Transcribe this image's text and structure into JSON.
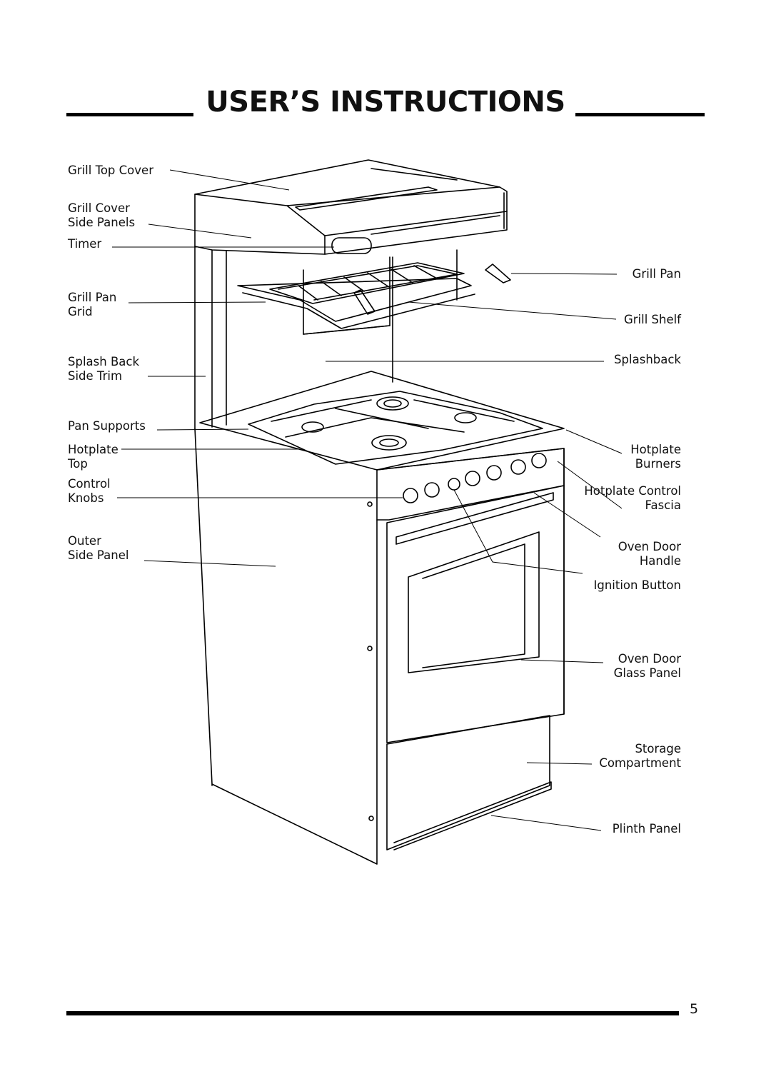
{
  "header": {
    "title": "USER’S INSTRUCTIONS"
  },
  "labels_left": {
    "grill_top_cover": "Grill Top Cover",
    "grill_cover_side_panels_1": "Grill Cover",
    "grill_cover_side_panels_2": "Side Panels",
    "timer": "Timer",
    "grill_pan_grid_1": "Grill Pan",
    "grill_pan_grid_2": "Grid",
    "splash_back_side_trim_1": "Splash Back",
    "splash_back_side_trim_2": "Side Trim",
    "pan_supports": "Pan Supports",
    "hotplate_top_1": "Hotplate",
    "hotplate_top_2": "Top",
    "control_knobs_1": "Control",
    "control_knobs_2": "Knobs",
    "outer_side_panel_1": "Outer",
    "outer_side_panel_2": "Side Panel"
  },
  "labels_right": {
    "grill_pan": "Grill Pan",
    "grill_shelf": "Grill Shelf",
    "splashback": "Splashback",
    "hotplate_burners_1": "Hotplate",
    "hotplate_burners_2": "Burners",
    "hotplate_control_fascia_1": "Hotplate Control",
    "hotplate_control_fascia_2": "Fascia",
    "oven_door_handle_1": "Oven Door",
    "oven_door_handle_2": "Handle",
    "ignition_button": "Ignition Button",
    "oven_door_glass_panel_1": "Oven Door",
    "oven_door_glass_panel_2": "Glass Panel",
    "storage_compartment_1": "Storage",
    "storage_compartment_2": "Compartment",
    "plinth_panel": "Plinth Panel"
  },
  "footer": {
    "page_number": "5"
  }
}
